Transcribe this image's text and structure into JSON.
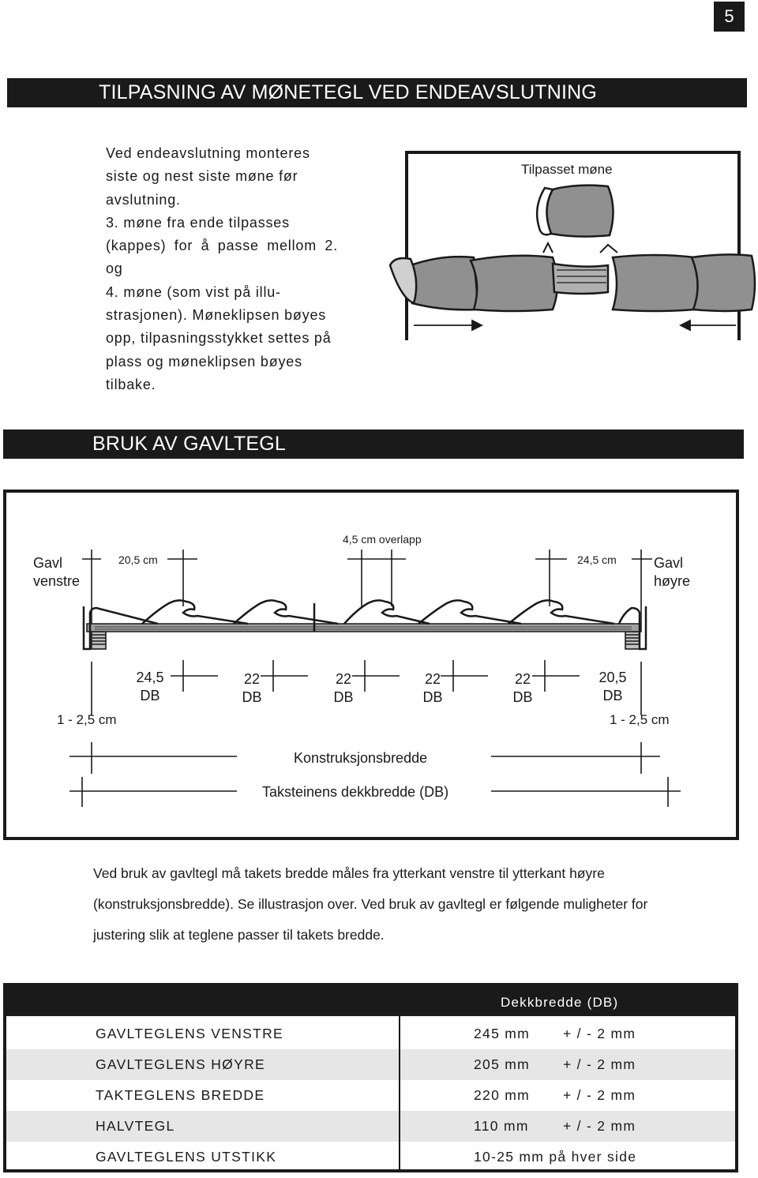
{
  "page_number": "5",
  "section1": {
    "title": "TILPASNING AV MØNETEGL VED ENDEAVSLUTNING",
    "paragraph_lines": [
      "Ved endeavslutning monteres",
      "siste og nest siste møne før",
      "avslutning.",
      "3. møne fra ende tilpasses",
      "(kappes) for å passe mellom 2. og",
      "4. møne (som vist på illu-",
      "strasjonen). Møneklipsen bøyes",
      "opp, tilpasningsstykket settes på",
      "plass og møneklipsen bøyes",
      "tilbake."
    ],
    "figure_label": "Tilpasset møne"
  },
  "section2": {
    "title": "BRUK AV GAVLTEGL",
    "diagram": {
      "left_gable": [
        "Gavl",
        "venstre"
      ],
      "right_gable": [
        "Gavl",
        "høyre"
      ],
      "overlap": "4,5 cm overlapp",
      "left_dim": "20,5 cm",
      "right_dim": "24,5 cm",
      "db_labels": [
        [
          "24,5",
          "DB"
        ],
        [
          "22",
          "DB"
        ],
        [
          "22",
          "DB"
        ],
        [
          "22",
          "DB"
        ],
        [
          "22",
          "DB"
        ],
        [
          "20,5",
          "DB"
        ]
      ],
      "left_gap": "1 - 2,5 cm",
      "right_gap": "1 - 2,5 cm",
      "construction_width": "Konstruksjonsbredde",
      "cover_width": "Taksteinens dekkbredde (DB)"
    },
    "paragraph_lines": [
      "Ved bruk av gavltegl må takets bredde måles fra ytterkant venstre til ytterkant høyre",
      "(konstruksjonsbredde). Se illustrasjon over. Ved bruk av gavltegl er følgende muligheter for",
      "justering slik at teglene passer til takets bredde."
    ],
    "table": {
      "header": "Dekkbredde (DB)",
      "rows": [
        {
          "name": "GAVLTEGLENS VENSTRE",
          "value": "245 mm",
          "tolerance": "+ / - 2 mm"
        },
        {
          "name": "GAVLTEGLENS HØYRE",
          "value": "205 mm",
          "tolerance": "+ / - 2 mm"
        },
        {
          "name": "TAKTEGLENS BREDDE",
          "value": "220 mm",
          "tolerance": "+ / - 2 mm"
        },
        {
          "name": "HALVTEGL",
          "value": "110 mm",
          "tolerance": "+ / - 2 mm"
        },
        {
          "name": "GAVLTEGLENS UTSTIKK",
          "value": "10-25 mm på hver side",
          "tolerance": ""
        }
      ]
    }
  }
}
